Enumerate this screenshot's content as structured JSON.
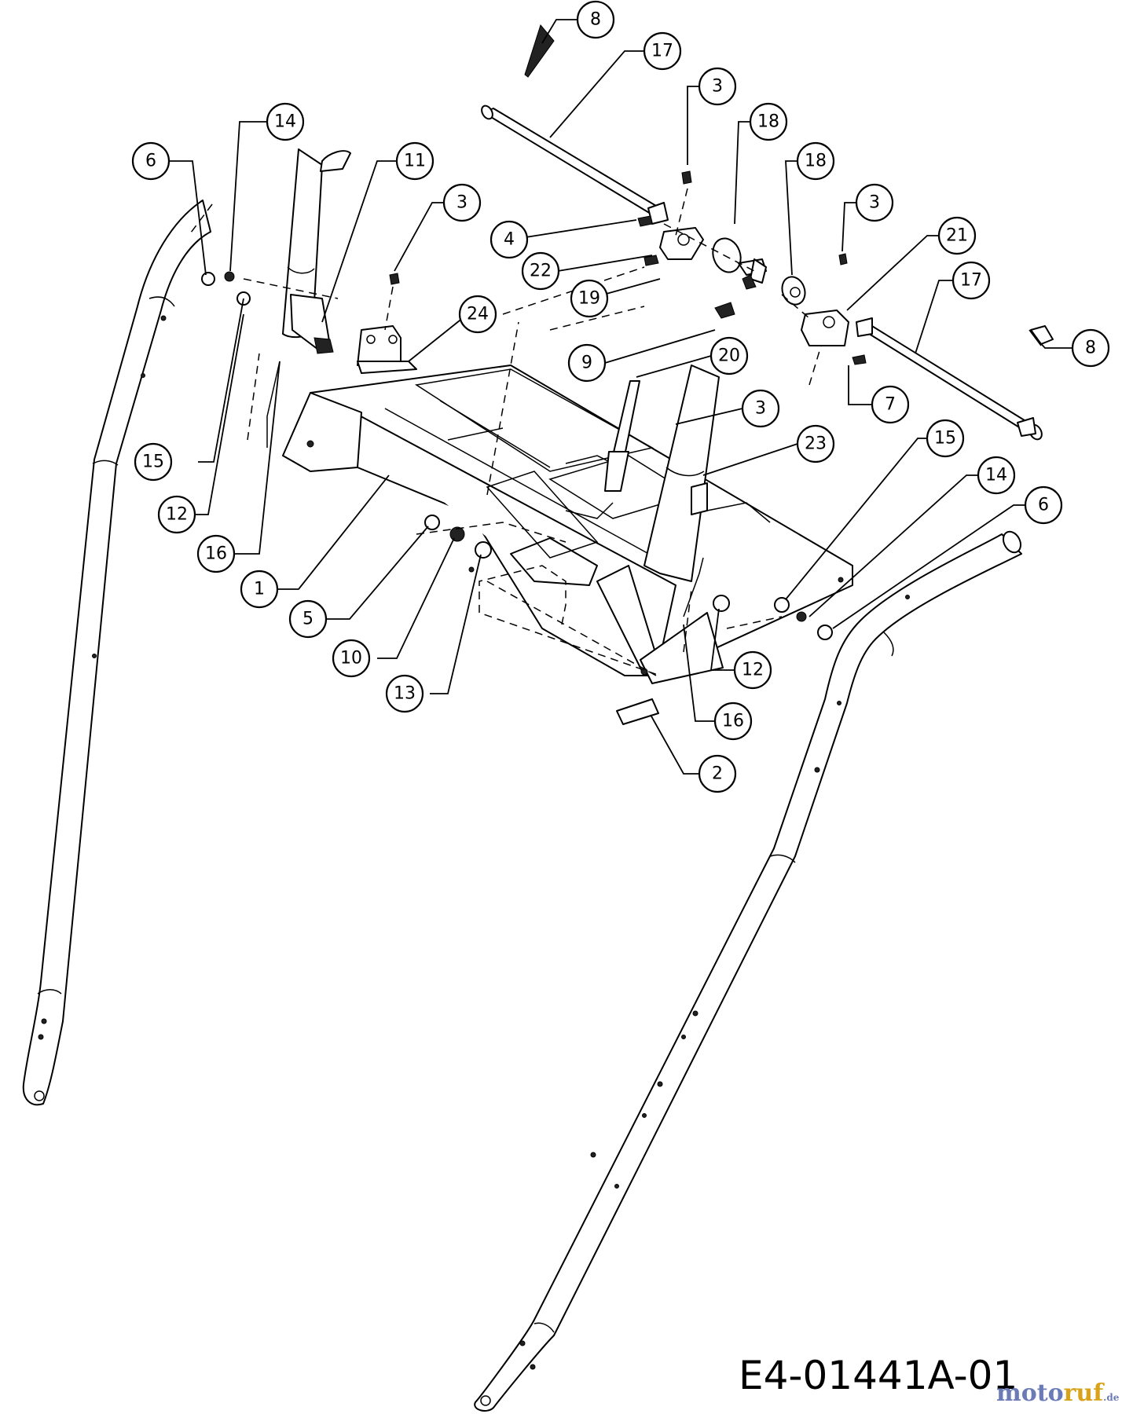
{
  "diagram": {
    "code": "E4-01441A-01",
    "watermark": {
      "part1": "moto",
      "part2": "ruf",
      "suffix": ".de"
    },
    "callouts": [
      {
        "id": "c8a",
        "label": "8"
      },
      {
        "id": "c17a",
        "label": "17"
      },
      {
        "id": "c3a",
        "label": "3"
      },
      {
        "id": "c18a",
        "label": "18"
      },
      {
        "id": "c14a",
        "label": "14"
      },
      {
        "id": "c6a",
        "label": "6"
      },
      {
        "id": "c11",
        "label": "11"
      },
      {
        "id": "c18b",
        "label": "18"
      },
      {
        "id": "c3b",
        "label": "3"
      },
      {
        "id": "c3c",
        "label": "3"
      },
      {
        "id": "c4",
        "label": "4"
      },
      {
        "id": "c21",
        "label": "21"
      },
      {
        "id": "c22",
        "label": "22"
      },
      {
        "id": "c17b",
        "label": "17"
      },
      {
        "id": "c19",
        "label": "19"
      },
      {
        "id": "c24",
        "label": "24"
      },
      {
        "id": "c8b",
        "label": "8"
      },
      {
        "id": "c9",
        "label": "9"
      },
      {
        "id": "c20",
        "label": "20"
      },
      {
        "id": "c7",
        "label": "7"
      },
      {
        "id": "c3d",
        "label": "3"
      },
      {
        "id": "c15a",
        "label": "15"
      },
      {
        "id": "c23",
        "label": "23"
      },
      {
        "id": "c15b",
        "label": "15"
      },
      {
        "id": "c14b",
        "label": "14"
      },
      {
        "id": "c12a",
        "label": "12"
      },
      {
        "id": "c6b",
        "label": "6"
      },
      {
        "id": "c16a",
        "label": "16"
      },
      {
        "id": "c1",
        "label": "1"
      },
      {
        "id": "c5",
        "label": "5"
      },
      {
        "id": "c10",
        "label": "10"
      },
      {
        "id": "c13",
        "label": "13"
      },
      {
        "id": "c12b",
        "label": "12"
      },
      {
        "id": "c16b",
        "label": "16"
      },
      {
        "id": "c2",
        "label": "2"
      }
    ]
  }
}
